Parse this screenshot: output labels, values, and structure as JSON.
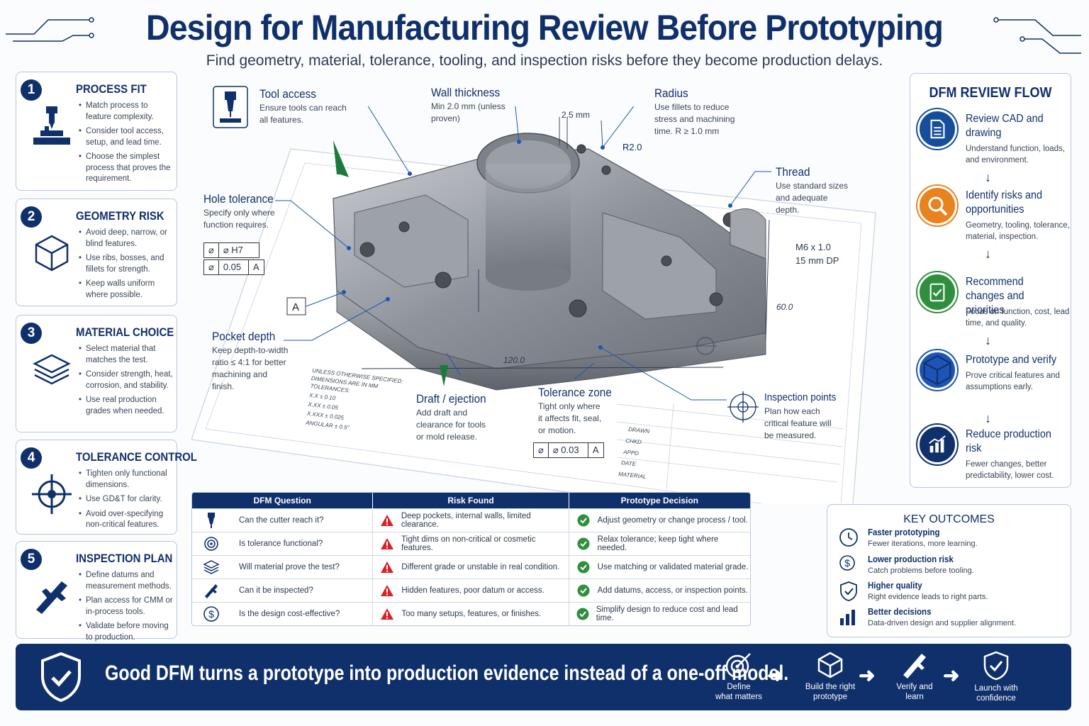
{
  "title": "Design for Manufacturing Review Before Prototyping",
  "subtitle": "Find geometry, material, tolerance, tooling, and inspection risks before they become production delays.",
  "cards": [
    {
      "num": "1",
      "title": "PROCESS FIT",
      "icon": "cnc-machine-icon",
      "bullets": [
        "Match process to feature complexity.",
        "Consider tool access, setup, and lead time.",
        "Choose the simplest process that proves the requirement."
      ]
    },
    {
      "num": "2",
      "title": "GEOMETRY RISK",
      "icon": "cube-icon",
      "bullets": [
        "Avoid deep, narrow, or blind features.",
        "Use ribs, bosses, and fillets for strength.",
        "Keep walls uniform where possible."
      ]
    },
    {
      "num": "3",
      "title": "MATERIAL CHOICE",
      "icon": "layers-icon",
      "bullets": [
        "Select material that matches the test.",
        "Consider strength, heat, corrosion, and stability.",
        "Use real production grades when needed."
      ]
    },
    {
      "num": "4",
      "title": "TOLERANCE CONTROL",
      "icon": "crosshair-icon",
      "bullets": [
        "Tighten only functional dimensions.",
        "Use GD&T for clarity.",
        "Avoid over-specifying non-critical features."
      ]
    },
    {
      "num": "5",
      "title": "INSPECTION PLAN",
      "icon": "caliper-icon",
      "bullets": [
        "Define datums and measurement methods.",
        "Plan access for CMM or in-process tools.",
        "Validate before moving to production."
      ]
    }
  ],
  "callouts": {
    "tool_access": {
      "title": "Tool access",
      "text": "Ensure tools can reach all features."
    },
    "wall": {
      "title": "Wall thickness",
      "text": "Min 2.0 mm (unless proven)"
    },
    "radius": {
      "title": "Radius",
      "text": "Use fillets to reduce stress and machining time. R ≥ 1.0 mm"
    },
    "thread": {
      "title": "Thread",
      "text": "Use standard sizes and adequate depth."
    },
    "hole": {
      "title": "Hole tolerance",
      "text": "Specify only where function requires."
    },
    "pocket": {
      "title": "Pocket depth",
      "text": "Keep depth-to-width ratio ≤ 4:1 for better machining and finish."
    },
    "draft": {
      "title": "Draft / ejection",
      "text": "Add draft and clearance for tools or mold release."
    },
    "tolzone": {
      "title": "Tolerance zone",
      "text": "Tight only where it affects fit, seal, or motion."
    },
    "inspect": {
      "title": "Inspection points",
      "text": "Plan how each critical feature will be measured."
    }
  },
  "dims": {
    "wall_dim": "2.5 mm",
    "radius_dim": "R2.0",
    "thread_spec1": "M6 x 1.0",
    "thread_spec2": "15 mm DP",
    "height": "60.0",
    "length": "120.0",
    "datum": "A",
    "hole_gdt1": [
      "⌀",
      "⌀ H7"
    ],
    "hole_gdt2": [
      "⌀",
      "0.05",
      "A"
    ],
    "zone_gdt": [
      "⌀",
      "⌀ 0.03",
      "A"
    ],
    "notes": [
      "UNLESS OTHERWISE SPECIFIED:",
      "DIMENSIONS ARE IN MM",
      "TOLERANCES:",
      "X.X        ± 0.10",
      "X.XX       ± 0.05",
      "X.XXX      ± 0.025",
      "ANGULAR    ± 0.5°"
    ],
    "titleblock": [
      "DRAWN",
      "CHKD",
      "APPD",
      "DATE",
      "MATERIAL"
    ]
  },
  "flow": {
    "title": "DFM REVIEW FLOW",
    "steps": [
      {
        "title": "Review CAD and drawing",
        "desc": "Understand function, loads, and environment.",
        "color": "#174e9c",
        "icon": "document-icon"
      },
      {
        "title": "Identify risks and opportunities",
        "desc": "Geometry, tooling, tolerance, material, inspection.",
        "color": "#e8831e",
        "icon": "magnifier-icon"
      },
      {
        "title": "Recommend changes and priorities",
        "desc": "Focus on function, cost, lead time, and quality.",
        "color": "#2f8f3e",
        "icon": "checklist-icon"
      },
      {
        "title": "Prototype and verify",
        "desc": "Prove critical features and assumptions early.",
        "color": "#1d55b5",
        "icon": "cube-icon"
      },
      {
        "title": "Reduce production risk",
        "desc": "Fewer changes, better predictability, lower cost.",
        "color": "#10306b",
        "icon": "bar-chart-icon"
      }
    ]
  },
  "table": {
    "headers": [
      "DFM Question",
      "Risk Found",
      "Prototype Decision"
    ],
    "rows": [
      {
        "icon": "end-mill-icon",
        "q": "Can the cutter reach it?",
        "risk": "Deep pockets, internal walls, limited clearance.",
        "dec": "Adjust geometry or change process / tool."
      },
      {
        "icon": "target-icon",
        "q": "Is tolerance functional?",
        "risk": "Tight dims on non-critical or cosmetic features.",
        "dec": "Relax tolerance; keep tight where needed."
      },
      {
        "icon": "layers-icon",
        "q": "Will material prove the test?",
        "risk": "Different grade or unstable in real condition.",
        "dec": "Use matching or validated material grade."
      },
      {
        "icon": "caliper-icon",
        "q": "Can it be inspected?",
        "risk": "Hidden features, poor datum or access.",
        "dec": "Add datums, access, or inspection points."
      },
      {
        "icon": "dollar-icon",
        "q": "Is the design cost-effective?",
        "risk": "Too many setups, features, or finishes.",
        "dec": "Simplify design to reduce cost and lead time."
      }
    ]
  },
  "outcomes": {
    "title": "KEY OUTCOMES",
    "items": [
      {
        "title": "Faster prototyping",
        "desc": "Fewer iterations, more learning.",
        "icon": "clock-icon"
      },
      {
        "title": "Lower production risk",
        "desc": "Catch problems before tooling.",
        "icon": "dollar-icon"
      },
      {
        "title": "Higher quality",
        "desc": "Right evidence leads to right parts.",
        "icon": "shield-icon"
      },
      {
        "title": "Better decisions",
        "desc": "Data-driven design and supplier alignment.",
        "icon": "bar-chart-icon"
      }
    ]
  },
  "banner": {
    "message": "Good DFM turns a prototype into production evidence instead of a one-off model.",
    "steps": [
      {
        "label1": "Define",
        "label2": "what matters",
        "icon": "target-icon"
      },
      {
        "label1": "Build the right",
        "label2": "prototype",
        "icon": "cube-icon"
      },
      {
        "label1": "Verify and",
        "label2": "learn",
        "icon": "caliper-icon"
      },
      {
        "label1": "Launch with",
        "label2": "confidence",
        "icon": "shield-check-icon"
      }
    ]
  },
  "colors": {
    "navy": "#10306b",
    "risk": "#d8232a",
    "ok": "#2f8f3e",
    "border": "#b9c6dc"
  }
}
